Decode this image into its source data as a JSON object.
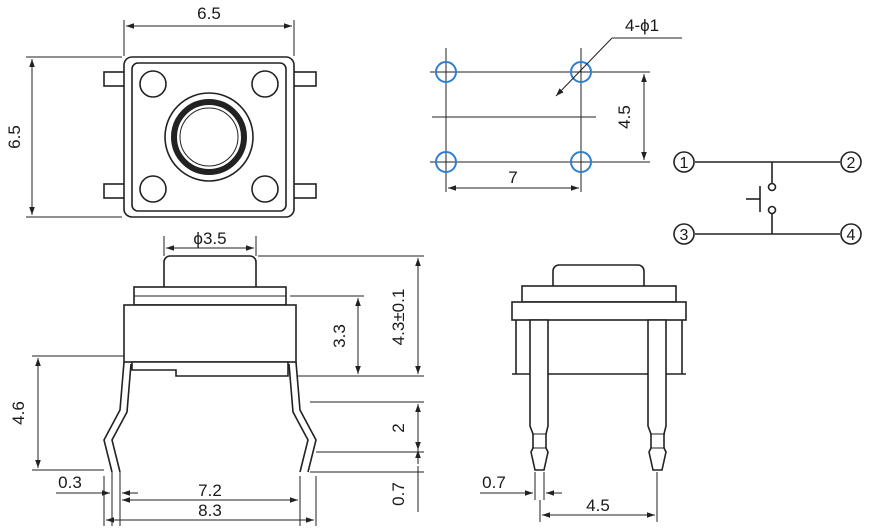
{
  "top_view": {
    "width_label": "6.5",
    "height_label": "6.5"
  },
  "hole_pattern": {
    "hole_label": "4-ϕ1",
    "pitch_x_label": "7",
    "pitch_y_label": "4.5",
    "hole_color": "#2f7fd0"
  },
  "schematic": {
    "pins": [
      "1",
      "2",
      "3",
      "4"
    ]
  },
  "side_view": {
    "diameter_label": "ϕ3.5",
    "body_height_label": "3.3",
    "total_height_label": "4.3±0.1",
    "leg_height_label": "4.6",
    "lead_length_label": "2",
    "lead_width_label": "0.7",
    "lead_thickness_label": "0.3",
    "inner_span_label": "7.2",
    "outer_span_label": "8.3"
  },
  "front_view": {
    "lead_width_label": "0.7",
    "pitch_label": "4.5"
  }
}
